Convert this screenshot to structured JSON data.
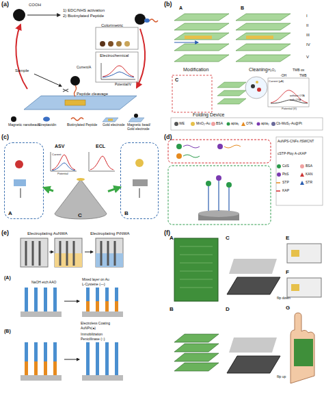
{
  "diagram": {
    "nodes": [
      {
        "text": [
          "A"
        ]
      },
      {
        "text": [
          "B"
        ]
      },
      {
        "text": [
          "C"
        ]
      }
    ],
    "edges": [
      {
        "from": 2,
        "to": 0,
        "arrow": "to"
      },
      {
        "from": 2,
        "to": 1,
        "arrow": "to"
      }
    ],
    "labels": [
      "(a)",
      "COOH",
      "1) EDC/NHS activation",
      "2) Biotinylated Peptide",
      "Colorimetric",
      "Electrochemical",
      "Current/A",
      "Potential/V",
      "Sample",
      "Peptide cleavage",
      "(b)",
      "A",
      "B",
      "I",
      "II",
      "III",
      "IV",
      "V",
      "Modification",
      "Cleaning",
      "C",
      "TMB ox",
      "TMB",
      "H₂O₂",
      "·OH",
      "without OTA",
      "with OTA",
      "Current (μA)",
      "Potential (V)",
      "Folding Device",
      "(c)",
      "ASV",
      "ECL",
      "Current",
      "Potential",
      "(d)",
      "(e)",
      "Electroplating AuNWA",
      "Electroplating PtNWA",
      "(A)",
      "NaOH etch AAO",
      "Mixed layer on Au",
      "L-Cysteine (—)",
      "(B)",
      "Electroless Coating",
      "AuNPs(●)",
      "Immobilization",
      "Penicillinase (○)",
      "(f)",
      "A",
      "B",
      "C",
      "D",
      "E",
      "F",
      "G",
      "flip down",
      "flip up"
    ],
    "legend": [
      {
        "text": "Magnetic nanobeads"
      },
      {
        "text": "Streptavidin"
      },
      {
        "text": "Biotinylated Peptide"
      },
      {
        "text": "Gold electrode"
      },
      {
        "text": "Magnetic bead/ Gold electrode"
      },
      {
        "text": "WE"
      },
      {
        "text": "MnO₂-Au"
      },
      {
        "text": "BSA"
      },
      {
        "text": "apta₁"
      },
      {
        "text": "OTA"
      },
      {
        "text": "apta₂"
      },
      {
        "text": "Cb-MoS₂-Au@Pt"
      },
      {
        "text": "AuNPS-CNFs /fSWCNT"
      },
      {
        "text": "cSTP-Ploy A-cKAP"
      },
      {
        "text": "CdS"
      },
      {
        "text": "PbS"
      },
      {
        "text": "STP"
      },
      {
        "text": "KAP"
      },
      {
        "text": "BSA"
      },
      {
        "text": "KAN"
      },
      {
        "text": "STR"
      }
    ]
  }
}
